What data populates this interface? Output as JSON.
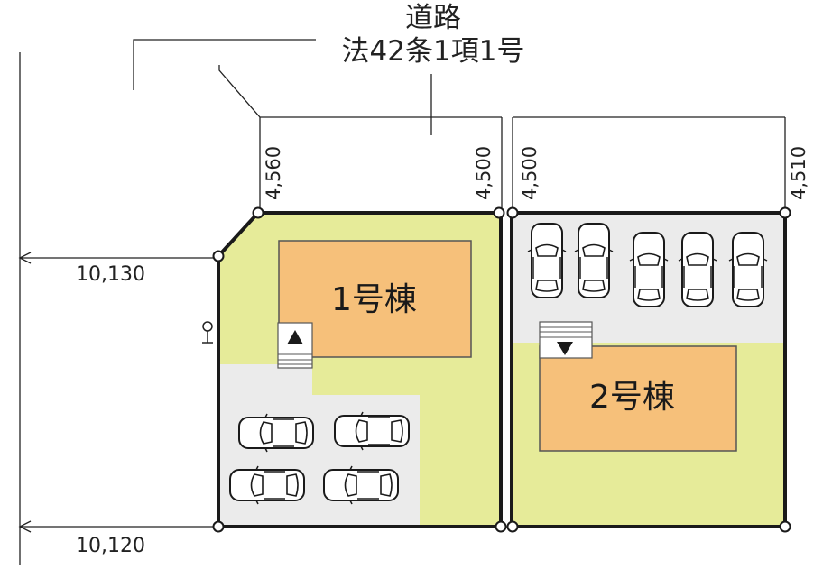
{
  "road": {
    "line1": "道路",
    "line2": "法42条1項1号"
  },
  "frontage_dimensions": [
    "4,560",
    "4,500",
    "4,500",
    "4,510"
  ],
  "left_dimensions": {
    "upper": "10,130",
    "lower": "10,120"
  },
  "buildings": {
    "b1": "1号棟",
    "b2": "2号棟"
  },
  "colors": {
    "lot": "#e6eb99",
    "building": "#f6c07a",
    "parking": "#ebebeb",
    "outline": "#1a1a1a"
  },
  "icons": [
    "entrance-up-arrow-icon",
    "entrance-down-arrow-icon",
    "car-icon",
    "hydrant-icon"
  ]
}
